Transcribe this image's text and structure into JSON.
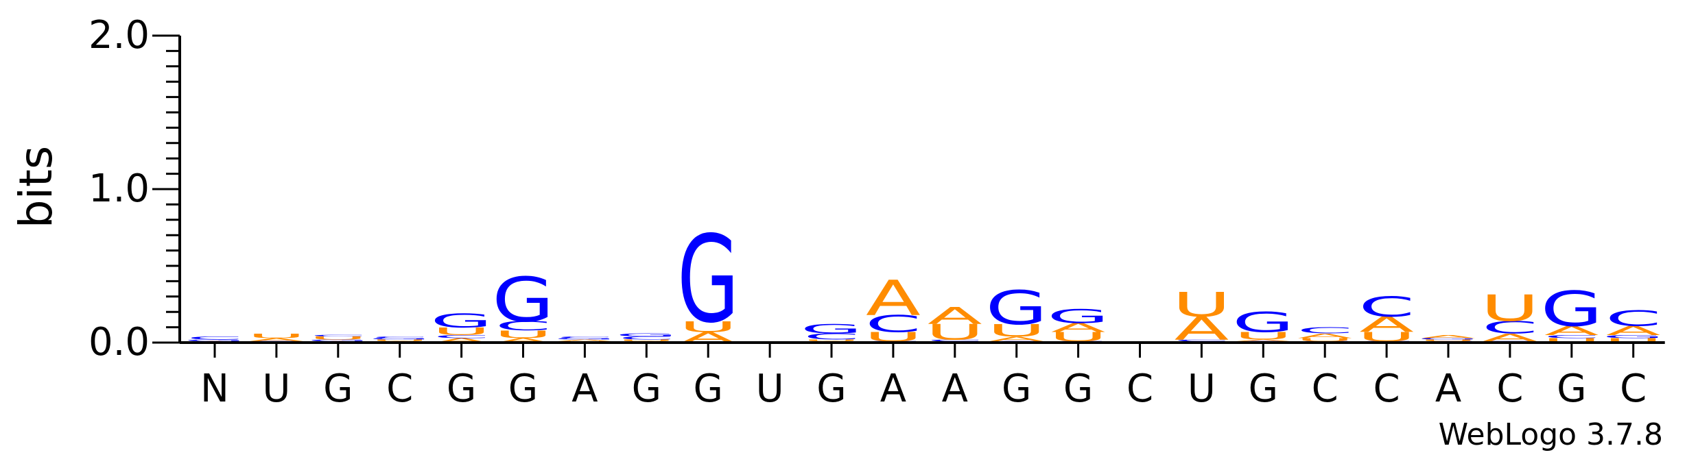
{
  "chart_data": {
    "type": "sequence-logo",
    "ylabel": "bits",
    "ylim": [
      0,
      2
    ],
    "yticks": [
      "0.0",
      "1.0",
      "2.0"
    ],
    "xtick_labels": [
      "N",
      "U",
      "G",
      "C",
      "G",
      "G",
      "A",
      "G",
      "G",
      "U",
      "G",
      "A",
      "A",
      "G",
      "G",
      "C",
      "U",
      "G",
      "C",
      "C",
      "A",
      "C",
      "G",
      "C"
    ],
    "credit": "WebLogo 3.7.8",
    "colors": {
      "A": "#ff8c00",
      "U": "#ff8c00",
      "G": "#0000ff",
      "C": "#0000ff"
    },
    "positions": [
      {
        "label": "N",
        "stack": [
          {
            "base": "A",
            "bits": 0.01
          },
          {
            "base": "G",
            "bits": 0.01
          },
          {
            "base": "C",
            "bits": 0.02
          }
        ]
      },
      {
        "label": "U",
        "stack": [
          {
            "base": "G",
            "bits": 0.01
          },
          {
            "base": "A",
            "bits": 0.02
          },
          {
            "base": "U",
            "bits": 0.03
          }
        ]
      },
      {
        "label": "G",
        "stack": [
          {
            "base": "A",
            "bits": 0.01
          },
          {
            "base": "G",
            "bits": 0.01
          },
          {
            "base": "U",
            "bits": 0.02
          },
          {
            "base": "C",
            "bits": 0.01
          }
        ]
      },
      {
        "label": "C",
        "stack": [
          {
            "base": "A",
            "bits": 0.01
          },
          {
            "base": "U",
            "bits": 0.01
          },
          {
            "base": "G",
            "bits": 0.01
          },
          {
            "base": "C",
            "bits": 0.01
          }
        ]
      },
      {
        "label": "G",
        "stack": [
          {
            "base": "A",
            "bits": 0.03
          },
          {
            "base": "C",
            "bits": 0.02
          },
          {
            "base": "U",
            "bits": 0.05
          },
          {
            "base": "G",
            "bits": 0.09
          }
        ]
      },
      {
        "label": "G",
        "stack": [
          {
            "base": "A",
            "bits": 0.03
          },
          {
            "base": "U",
            "bits": 0.05
          },
          {
            "base": "C",
            "bits": 0.06
          },
          {
            "base": "G",
            "bits": 0.29
          }
        ]
      },
      {
        "label": "A",
        "stack": [
          {
            "base": "U",
            "bits": 0.01
          },
          {
            "base": "A",
            "bits": 0.01
          },
          {
            "base": "G",
            "bits": 0.01
          },
          {
            "base": "C",
            "bits": 0.01
          }
        ]
      },
      {
        "label": "G",
        "stack": [
          {
            "base": "A",
            "bits": 0.01
          },
          {
            "base": "U",
            "bits": 0.01
          },
          {
            "base": "C",
            "bits": 0.02
          },
          {
            "base": "G",
            "bits": 0.02
          }
        ]
      },
      {
        "label": "G",
        "stack": [
          {
            "base": "A",
            "bits": 0.07
          },
          {
            "base": "U",
            "bits": 0.07
          },
          {
            "base": "G",
            "bits": 0.57
          }
        ]
      },
      {
        "label": "U",
        "stack": []
      },
      {
        "label": "G",
        "stack": [
          {
            "base": "A",
            "bits": 0.01
          },
          {
            "base": "U",
            "bits": 0.01
          },
          {
            "base": "C",
            "bits": 0.04
          },
          {
            "base": "G",
            "bits": 0.06
          }
        ]
      },
      {
        "label": "A",
        "stack": [
          {
            "base": "G",
            "bits": 0.01
          },
          {
            "base": "U",
            "bits": 0.06
          },
          {
            "base": "C",
            "bits": 0.11
          },
          {
            "base": "A",
            "bits": 0.23
          }
        ]
      },
      {
        "label": "A",
        "stack": [
          {
            "base": "G",
            "bits": 0.01
          },
          {
            "base": "C",
            "bits": 0.01
          },
          {
            "base": "U",
            "bits": 0.1
          },
          {
            "base": "A",
            "bits": 0.11
          }
        ]
      },
      {
        "label": "G",
        "stack": [
          {
            "base": "C",
            "bits": 0.01
          },
          {
            "base": "A",
            "bits": 0.03
          },
          {
            "base": "U",
            "bits": 0.08
          },
          {
            "base": "G",
            "bits": 0.22
          }
        ]
      },
      {
        "label": "G",
        "stack": [
          {
            "base": "C",
            "bits": 0.01
          },
          {
            "base": "U",
            "bits": 0.06
          },
          {
            "base": "A",
            "bits": 0.06
          },
          {
            "base": "G",
            "bits": 0.09
          }
        ]
      },
      {
        "label": "C",
        "stack": []
      },
      {
        "label": "U",
        "stack": [
          {
            "base": "G",
            "bits": 0.01
          },
          {
            "base": "C",
            "bits": 0.01
          },
          {
            "base": "A",
            "bits": 0.15
          },
          {
            "base": "U",
            "bits": 0.16
          }
        ]
      },
      {
        "label": "G",
        "stack": [
          {
            "base": "C",
            "bits": 0.01
          },
          {
            "base": "A",
            "bits": 0.01
          },
          {
            "base": "U",
            "bits": 0.05
          },
          {
            "base": "G",
            "bits": 0.13
          }
        ]
      },
      {
        "label": "C",
        "stack": [
          {
            "base": "G",
            "bits": 0.01
          },
          {
            "base": "U",
            "bits": 0.02
          },
          {
            "base": "A",
            "bits": 0.03
          },
          {
            "base": "C",
            "bits": 0.04
          }
        ]
      },
      {
        "label": "C",
        "stack": [
          {
            "base": "G",
            "bits": 0.01
          },
          {
            "base": "U",
            "bits": 0.06
          },
          {
            "base": "A",
            "bits": 0.1
          },
          {
            "base": "C",
            "bits": 0.13
          }
        ]
      },
      {
        "label": "A",
        "stack": [
          {
            "base": "C",
            "bits": 0.01
          },
          {
            "base": "U",
            "bits": 0.01
          },
          {
            "base": "G",
            "bits": 0.01
          },
          {
            "base": "A",
            "bits": 0.02
          }
        ]
      },
      {
        "label": "C",
        "stack": [
          {
            "base": "G",
            "bits": 0.01
          },
          {
            "base": "A",
            "bits": 0.05
          },
          {
            "base": "C",
            "bits": 0.08
          },
          {
            "base": "U",
            "bits": 0.17
          }
        ]
      },
      {
        "label": "G",
        "stack": [
          {
            "base": "U",
            "bits": 0.03
          },
          {
            "base": "C",
            "bits": 0.02
          },
          {
            "base": "A",
            "bits": 0.06
          },
          {
            "base": "G",
            "bits": 0.23
          }
        ]
      },
      {
        "label": "C",
        "stack": [
          {
            "base": "U",
            "bits": 0.03
          },
          {
            "base": "G",
            "bits": 0.02
          },
          {
            "base": "A",
            "bits": 0.06
          },
          {
            "base": "C",
            "bits": 0.1
          }
        ]
      }
    ]
  }
}
